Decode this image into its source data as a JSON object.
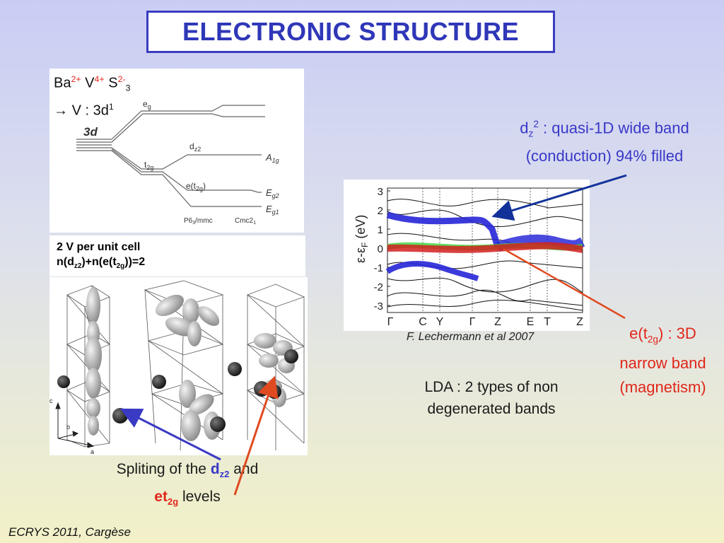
{
  "title": "ELECTRONIC STRUCTURE",
  "formula": {
    "ba": "Ba",
    "ba_charge": "2+",
    "v": "V",
    "v_charge": "4+",
    "s": "S",
    "s_charge": "2-",
    "s_sub": "3",
    "arrow": "→",
    "v_config": "V : 3d",
    "v_config_sup": "1"
  },
  "level_diagram": {
    "left_label": "3d",
    "eg": "e",
    "eg_sub": "g",
    "t2g": "t",
    "t2g_sub": "2g",
    "dz2": "d",
    "dz2_sub": "z2",
    "et2g": "e(t",
    "et2g_sub": "2g",
    "et2g_close": ")",
    "a1g": "A",
    "a1g_sub": "1g",
    "eg2": "E",
    "eg2_sub": "g2",
    "eg1": "E",
    "eg1_sub": "g1",
    "group1": "P6",
    "group1_sub": "3",
    "group1_rest": "/mmc",
    "group2": "Cmc2",
    "group2_sub": "1"
  },
  "unit_cell": {
    "line1": "2 V per unit cell",
    "line2_a": "n(d",
    "line2_sub1": "z2",
    "line2_b": ")+n(e(t",
    "line2_sub2": "2g",
    "line2_c": "))=2"
  },
  "orbitals": {
    "axis_c": "c",
    "axis_b": "b",
    "axis_a": "a"
  },
  "bands": {
    "ylabel": "ε-ε",
    "ylabel_sub": "F",
    "ylabel_unit": " (eV)",
    "yticks": [
      "3",
      "2",
      "1",
      "0",
      "-1",
      "-2",
      "-3"
    ],
    "kpoints": [
      "Γ",
      "C",
      "Y",
      "Γ",
      "Z",
      "E",
      "T",
      "Z"
    ],
    "citation": "F. Lechermann et al 2007"
  },
  "annotation_dz2": {
    "d": "d",
    "d_sub": "z",
    "d_sup": "2",
    "line1_rest": " : quasi-1D wide band",
    "line2": "(conduction) 94% filled"
  },
  "annotation_et2g": {
    "line1_a": "e(t",
    "line1_sub": "2g",
    "line1_b": ") : 3D",
    "line2": "narrow band",
    "line3": "(magnetism)"
  },
  "lda": {
    "line1": "LDA : 2 types of non",
    "line2": "degenerated bands"
  },
  "spliting": {
    "a": "Spliting of the ",
    "dz2": "d",
    "dz2_sub": "z2",
    "b": " and",
    "et": "et",
    "et_sub": "2g",
    "c": " levels"
  },
  "footer": "ECRYS 2011, Cargèse",
  "colors": {
    "title": "#2f37b8",
    "red": "#e0261b",
    "blue": "#3838c8",
    "dz2_band": "#2a2ad8",
    "et2g_band": "#d42020",
    "green_band": "#3bd43b"
  }
}
